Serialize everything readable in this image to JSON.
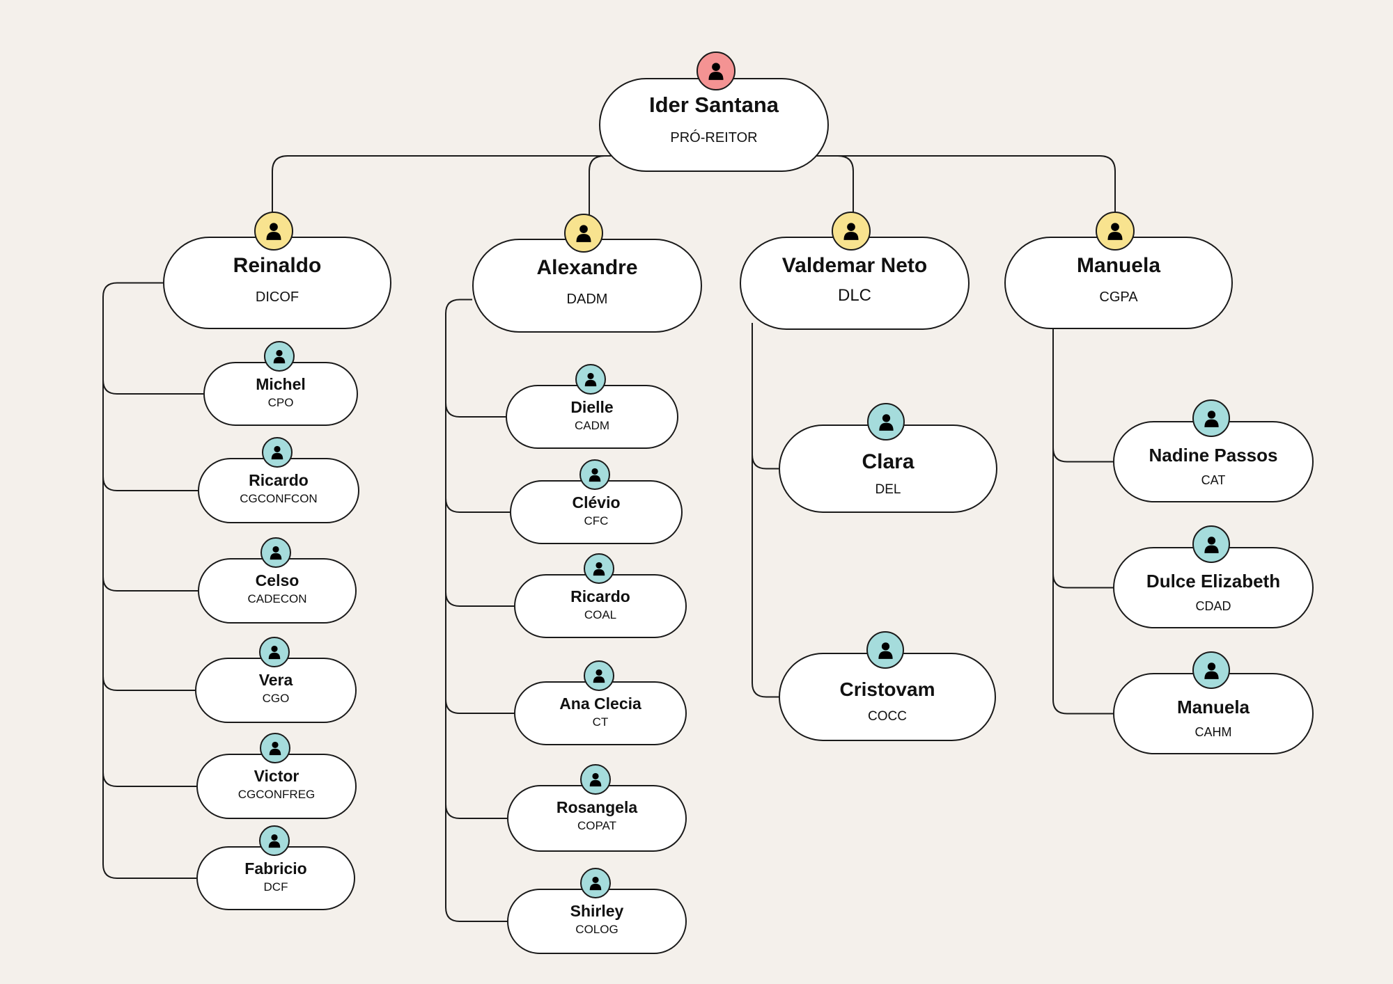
{
  "colors": {
    "background": "#f4f0eb",
    "line": "#1a1a1a",
    "card": "#ffffff",
    "avatar_root": "#f49393",
    "avatar_head": "#f8e38f",
    "avatar_member": "#a5dcdc"
  },
  "icon": "person-icon",
  "root": {
    "name": "Ider Santana",
    "role": "PRÓ-REITOR"
  },
  "departments": [
    {
      "name": "Reinaldo",
      "role": "DICOF",
      "members": [
        {
          "name": "Michel",
          "role": "CPO"
        },
        {
          "name": "Ricardo",
          "role": "CGCONFCON"
        },
        {
          "name": "Celso",
          "role": "CADECON"
        },
        {
          "name": "Vera",
          "role": "CGO"
        },
        {
          "name": "Victor",
          "role": "CGCONFREG"
        },
        {
          "name": "Fabricio",
          "role": "DCF"
        }
      ]
    },
    {
      "name": "Alexandre",
      "role": "DADM",
      "members": [
        {
          "name": "Dielle",
          "role": "CADM"
        },
        {
          "name": "Clévio",
          "role": "CFC"
        },
        {
          "name": "Ricardo",
          "role": "COAL"
        },
        {
          "name": "Ana Clecia",
          "role": "CT"
        },
        {
          "name": "Rosangela",
          "role": "COPAT"
        },
        {
          "name": "Shirley",
          "role": "COLOG"
        }
      ]
    },
    {
      "name": "Valdemar Neto",
      "role": "DLC",
      "members": [
        {
          "name": "Clara",
          "role": "DEL"
        },
        {
          "name": "Cristovam",
          "role": "COCC"
        }
      ]
    },
    {
      "name": "Manuela",
      "role": "CGPA",
      "members": [
        {
          "name": "Nadine Passos",
          "role": "CAT"
        },
        {
          "name": "Dulce Elizabeth",
          "role": "CDAD"
        },
        {
          "name": "Manuela",
          "role": "CAHM"
        }
      ]
    }
  ]
}
